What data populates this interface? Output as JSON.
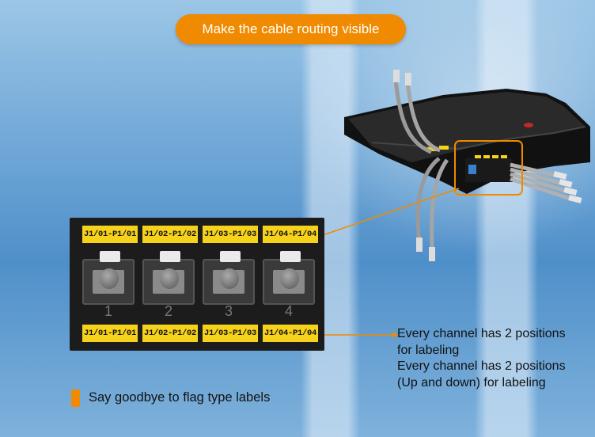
{
  "banner": {
    "text": "Make the cable routing visible"
  },
  "panel": {
    "top_labels": [
      "J1/01-P1/01",
      "J1/02-P1/02",
      "J1/03-P1/03",
      "J1/04-P1/04"
    ],
    "port_numbers": [
      "1",
      "2",
      "3",
      "4"
    ],
    "bottom_labels": [
      "J1/01-P1/01",
      "J1/02-P1/02",
      "J1/03-P1/03",
      "J1/04-P1/04"
    ]
  },
  "callout": {
    "lines": [
      "Every channel has 2 positions",
      "for labeling",
      "Every channel has 2 positions",
      "(Up and down) for labeling"
    ]
  },
  "bullet": {
    "text": "Say goodbye to flag type labels"
  },
  "colors": {
    "accent": "#f08a00",
    "label_yellow": "#f6d21a",
    "panel": "#1c1c1c"
  },
  "icons": [
    "fiber-tray-image",
    "cable-icon"
  ]
}
